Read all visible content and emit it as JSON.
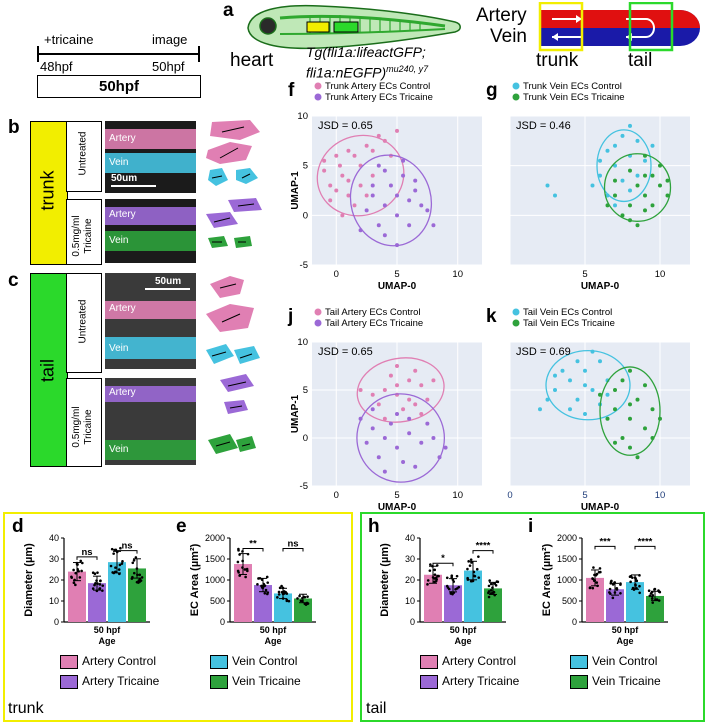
{
  "panel_letters": {
    "a": "a",
    "b": "b",
    "c": "c",
    "d": "d",
    "e": "e",
    "f": "f",
    "g": "g",
    "h": "h",
    "i": "i",
    "j": "j",
    "k": "k"
  },
  "timeline": {
    "tricaine": "+tricaine",
    "image": "image",
    "t0": "48hpf",
    "t1": "50hpf",
    "box": "50hpf"
  },
  "fish": {
    "heart": "heart",
    "transgene_line1": "Tg(fli1a:lifeactGFP;",
    "transgene_line2": "fli1a:nEGFP)",
    "transgene_sup": "mu240, y7"
  },
  "schema": {
    "artery": "Artery",
    "vein": "Vein",
    "trunk": "trunk",
    "tail": "tail"
  },
  "side_labels": {
    "trunk": "trunk",
    "tail": "tail",
    "untreated": "Untreated",
    "tricaine_1": "0.5mg/ml",
    "tricaine_2": "Tricaine"
  },
  "micro": {
    "artery": "Artery",
    "vein": "Vein",
    "scale": "50um"
  },
  "colors": {
    "artery_control": "#e07fb3",
    "artery_tricaine": "#9b69d6",
    "vein_control": "#45c2e0",
    "vein_tricaine": "#2ea23c",
    "yellow": "#f2ee00",
    "green": "#2bd92b",
    "red": "#e01010",
    "blue": "#1a1aa8"
  },
  "umap": {
    "xlabel": "UMAP-0",
    "ylabel": "UMAP-1",
    "f": {
      "legend": [
        "Trunk Artery ECs Control",
        "Trunk Artery ECs Tricaine"
      ],
      "jsd": "JSD = 0.65"
    },
    "g": {
      "legend": [
        "Trunk Vein ECs Control",
        "Trunk Vein ECs Tricaine"
      ],
      "jsd": "JSD = 0.46"
    },
    "j": {
      "legend": [
        "Tail Artery ECs Control",
        "Tail Artery ECs Tricaine"
      ],
      "jsd": "JSD = 0.65"
    },
    "k": {
      "legend": [
        "Tail Vein ECs Control",
        "Tail Vein ECs Tricaine"
      ],
      "jsd": "JSD = 0.69"
    }
  },
  "legend": {
    "artery_control": "Artery Control",
    "artery_tricaine": "Artery Tricaine",
    "vein_control": "Vein Control",
    "vein_tricaine": "Vein Tricaine"
  },
  "bottom": {
    "trunk": "trunk",
    "tail": "tail"
  },
  "chart_data": [
    {
      "id": "d",
      "type": "bar",
      "ylabel": "Diameter (µm)",
      "xlabel": "Age",
      "category": "50 hpf",
      "ylim": [
        0,
        40
      ],
      "yticks": [
        "0",
        "10",
        "20",
        "30",
        "40"
      ],
      "series": [
        {
          "name": "Artery Control",
          "value": 24
        },
        {
          "name": "Artery Tricaine",
          "value": 18.5
        },
        {
          "name": "Vein Control",
          "value": 28.5
        },
        {
          "name": "Vein Tricaine",
          "value": 25.5
        }
      ],
      "annotations": [
        "ns",
        "ns"
      ]
    },
    {
      "id": "e",
      "type": "bar",
      "ylabel": "EC Area (µm²)",
      "xlabel": "Age",
      "category": "50 hpf",
      "ylim": [
        0,
        2000
      ],
      "yticks": [
        "0",
        "500",
        "1000",
        "1500",
        "2000"
      ],
      "series": [
        {
          "name": "Artery Control",
          "value": 1380
        },
        {
          "name": "Artery Tricaine",
          "value": 880
        },
        {
          "name": "Vein Control",
          "value": 680
        },
        {
          "name": "Vein Tricaine",
          "value": 560
        }
      ],
      "annotations": [
        "**",
        "ns"
      ]
    },
    {
      "id": "h",
      "type": "bar",
      "ylabel": "Diameter (µm)",
      "xlabel": "Age",
      "category": "50 hpf",
      "ylim": [
        0,
        40
      ],
      "yticks": [
        "0",
        "10",
        "20",
        "30",
        "40"
      ],
      "series": [
        {
          "name": "Artery Control",
          "value": 22.5
        },
        {
          "name": "Artery Tricaine",
          "value": 17.5
        },
        {
          "name": "Vein Control",
          "value": 24.5
        },
        {
          "name": "Vein Tricaine",
          "value": 16
        }
      ],
      "annotations": [
        "*",
        "****"
      ]
    },
    {
      "id": "i",
      "type": "bar",
      "ylabel": "EC Area (µm²)",
      "xlabel": "Age",
      "category": "50 hpf",
      "ylim": [
        0,
        2000
      ],
      "yticks": [
        "0",
        "500",
        "1000",
        "1500",
        "2000"
      ],
      "series": [
        {
          "name": "Artery Control",
          "value": 1050
        },
        {
          "name": "Artery Tricaine",
          "value": 780
        },
        {
          "name": "Vein Control",
          "value": 950
        },
        {
          "name": "Vein Tricaine",
          "value": 620
        }
      ],
      "annotations": [
        "***",
        "****"
      ]
    },
    {
      "id": "f",
      "type": "scatter",
      "xlabel": "UMAP-0",
      "ylabel": "UMAP-1",
      "xlim": [
        -2,
        12
      ],
      "ylim": [
        -5,
        10
      ],
      "xticks": [
        "0",
        "5",
        "10"
      ],
      "yticks": [
        "-5",
        "0",
        "5",
        "10"
      ],
      "series": [
        {
          "name": "Trunk Artery ECs Control",
          "points": [
            [
              -1,
              4.5
            ],
            [
              -0.5,
              3
            ],
            [
              0,
              2.5
            ],
            [
              0.3,
              5
            ],
            [
              0.5,
              4
            ],
            [
              1,
              3.5
            ],
            [
              1.5,
              6
            ],
            [
              1,
              2
            ],
            [
              2,
              5
            ],
            [
              2.5,
              7
            ],
            [
              3,
              6.5
            ],
            [
              0,
              6
            ],
            [
              -0.5,
              1.5
            ],
            [
              2,
              3
            ],
            [
              1.5,
              1
            ],
            [
              3.5,
              8
            ],
            [
              4,
              7.5
            ],
            [
              4.5,
              6
            ],
            [
              5,
              8.5
            ],
            [
              3,
              4
            ],
            [
              0.5,
              0
            ],
            [
              2.5,
              2
            ],
            [
              -1,
              5.5
            ],
            [
              1,
              6.5
            ]
          ],
          "ellipse": {
            "cx": 2,
            "cy": 4,
            "rx": 3.6,
            "ry": 4,
            "rot": -20
          }
        },
        {
          "name": "Trunk Artery ECs Tricaine",
          "points": [
            [
              3,
              2
            ],
            [
              4,
              1
            ],
            [
              5,
              0
            ],
            [
              6,
              1.5
            ],
            [
              3.5,
              -1
            ],
            [
              4.5,
              3
            ],
            [
              5.5,
              4
            ],
            [
              6.5,
              2.5
            ],
            [
              2.5,
              0.5
            ],
            [
              4,
              -2
            ],
            [
              5,
              -3
            ],
            [
              7,
              1
            ],
            [
              6,
              -1
            ],
            [
              3,
              3
            ],
            [
              5.5,
              5.5
            ],
            [
              4,
              4.5
            ],
            [
              6.5,
              3.5
            ],
            [
              7.5,
              0.5
            ],
            [
              2,
              -1.5
            ],
            [
              5,
              2
            ],
            [
              3.5,
              5
            ],
            [
              8,
              -1
            ]
          ],
          "ellipse": {
            "cx": 4.5,
            "cy": 1.5,
            "rx": 3.3,
            "ry": 4.6,
            "rot": -15
          }
        }
      ],
      "annotations": [
        "JSD = 0.65"
      ]
    },
    {
      "id": "g",
      "type": "scatter",
      "xlabel": "UMAP-0",
      "ylabel": "",
      "xlim": [
        0,
        12
      ],
      "ylim": [
        -5,
        10
      ],
      "xticks": [
        "5",
        "10"
      ],
      "yticks": [],
      "series": [
        {
          "name": "Trunk Vein ECs Control",
          "points": [
            [
              6,
              4
            ],
            [
              7,
              5
            ],
            [
              7.5,
              3.5
            ],
            [
              8,
              6
            ],
            [
              6.5,
              2
            ],
            [
              7,
              7
            ],
            [
              8.5,
              4
            ],
            [
              9,
              5.5
            ],
            [
              6,
              5.5
            ],
            [
              7.5,
              8
            ],
            [
              8,
              2.5
            ],
            [
              9.5,
              7
            ],
            [
              6.5,
              6.5
            ],
            [
              5.5,
              3
            ],
            [
              8.5,
              7.5
            ],
            [
              7,
              1
            ],
            [
              3,
              2
            ],
            [
              2.5,
              3
            ],
            [
              8,
              9
            ]
          ],
          "ellipse": {
            "cx": 7.6,
            "cy": 5,
            "rx": 1.8,
            "ry": 3.6,
            "rot": 0
          }
        },
        {
          "name": "Trunk Vein ECs Tricaine",
          "points": [
            [
              7,
              2
            ],
            [
              8,
              1
            ],
            [
              8.5,
              3
            ],
            [
              9,
              2
            ],
            [
              9.5,
              4
            ],
            [
              10,
              3
            ],
            [
              7.5,
              0
            ],
            [
              8,
              4.5
            ],
            [
              9,
              0.5
            ],
            [
              10.5,
              2
            ],
            [
              8.5,
              -1
            ],
            [
              9.5,
              1
            ],
            [
              7,
              3.5
            ],
            [
              10,
              5
            ],
            [
              9,
              6
            ],
            [
              8,
              -0.5
            ],
            [
              10.5,
              3.5
            ],
            [
              6.5,
              1
            ],
            [
              9,
              4
            ]
          ],
          "ellipse": {
            "cx": 8.5,
            "cy": 2.8,
            "rx": 2.2,
            "ry": 3.4,
            "rot": 0
          }
        }
      ],
      "annotations": [
        "JSD = 0.46"
      ]
    },
    {
      "id": "j",
      "type": "scatter",
      "xlabel": "UMAP-0",
      "ylabel": "UMAP-1",
      "xlim": [
        -2,
        12
      ],
      "ylim": [
        -5,
        10
      ],
      "xticks": [
        "0",
        "5",
        "10"
      ],
      "yticks": [
        "-5",
        "0",
        "5",
        "10"
      ],
      "series": [
        {
          "name": "Tail Artery ECs Control",
          "points": [
            [
              4,
              5
            ],
            [
              5,
              4.5
            ],
            [
              6,
              6
            ],
            [
              5.5,
              3
            ],
            [
              7,
              5.5
            ],
            [
              6.5,
              7
            ],
            [
              4.5,
              6.5
            ],
            [
              7.5,
              4
            ],
            [
              5,
              7.5
            ],
            [
              6,
              4
            ],
            [
              3.5,
              3.5
            ],
            [
              8,
              6
            ],
            [
              2,
              5
            ],
            [
              3,
              4.5
            ],
            [
              7,
              2.5
            ],
            [
              4,
              2
            ],
            [
              6.5,
              3.5
            ],
            [
              5,
              5.5
            ]
          ],
          "ellipse": {
            "cx": 5.3,
            "cy": 5,
            "rx": 3.6,
            "ry": 3.3,
            "rot": -10
          }
        },
        {
          "name": "Tail Artery ECs Tricaine",
          "points": [
            [
              2,
              2
            ],
            [
              3,
              1
            ],
            [
              4,
              0
            ],
            [
              5,
              -1
            ],
            [
              6,
              0.5
            ],
            [
              7,
              -0.5
            ],
            [
              3.5,
              -2
            ],
            [
              5.5,
              -2.5
            ],
            [
              8,
              0
            ],
            [
              6.5,
              -3
            ],
            [
              4.5,
              1.5
            ],
            [
              7.5,
              1.5
            ],
            [
              8.5,
              -2
            ],
            [
              2.5,
              -0.5
            ],
            [
              4,
              -3.5
            ],
            [
              6,
              2
            ],
            [
              9,
              -1
            ],
            [
              3,
              3
            ],
            [
              5,
              2.5
            ]
          ],
          "ellipse": {
            "cx": 5.3,
            "cy": 0,
            "rx": 3.6,
            "ry": 4.6,
            "rot": -10
          }
        }
      ],
      "annotations": [
        "JSD = 0.65"
      ]
    },
    {
      "id": "k",
      "type": "scatter",
      "xlabel": "UMAP-0",
      "ylabel": "",
      "xlim": [
        0,
        12
      ],
      "ylim": [
        -5,
        10
      ],
      "xticks": [
        "0",
        "5",
        "10"
      ],
      "yticks": [],
      "series": [
        {
          "name": "Tail Vein ECs Control",
          "points": [
            [
              3,
              5
            ],
            [
              4,
              6
            ],
            [
              5,
              7
            ],
            [
              4.5,
              4
            ],
            [
              5.5,
              5
            ],
            [
              6,
              8
            ],
            [
              3.5,
              7
            ],
            [
              6.5,
              6
            ],
            [
              4,
              3
            ],
            [
              5,
              2.5
            ],
            [
              2.5,
              4
            ],
            [
              5.5,
              9
            ],
            [
              6,
              3.5
            ],
            [
              3,
              6.5
            ],
            [
              4.5,
              8
            ],
            [
              5,
              5.5
            ],
            [
              2,
              3
            ],
            [
              6.5,
              4.5
            ]
          ],
          "ellipse": {
            "cx": 5.2,
            "cy": 5.5,
            "rx": 2.8,
            "ry": 3.6,
            "rot": 0
          }
        },
        {
          "name": "Tail Vein ECs Tricaine",
          "points": [
            [
              7,
              3
            ],
            [
              8,
              2
            ],
            [
              7.5,
              0
            ],
            [
              8.5,
              4
            ],
            [
              9,
              1
            ],
            [
              7,
              5
            ],
            [
              8,
              -1
            ],
            [
              9.5,
              3
            ],
            [
              6.5,
              2
            ],
            [
              7.5,
              6
            ],
            [
              8.5,
              -2
            ],
            [
              9,
              5.5
            ],
            [
              6,
              4.5
            ],
            [
              10,
              2
            ],
            [
              7,
              -0.5
            ],
            [
              8,
              7
            ],
            [
              9.5,
              0
            ],
            [
              8,
              3.5
            ]
          ],
          "ellipse": {
            "cx": 8,
            "cy": 2.8,
            "rx": 2,
            "ry": 4.6,
            "rot": 0
          }
        }
      ],
      "annotations": [
        "JSD = 0.69"
      ]
    }
  ]
}
